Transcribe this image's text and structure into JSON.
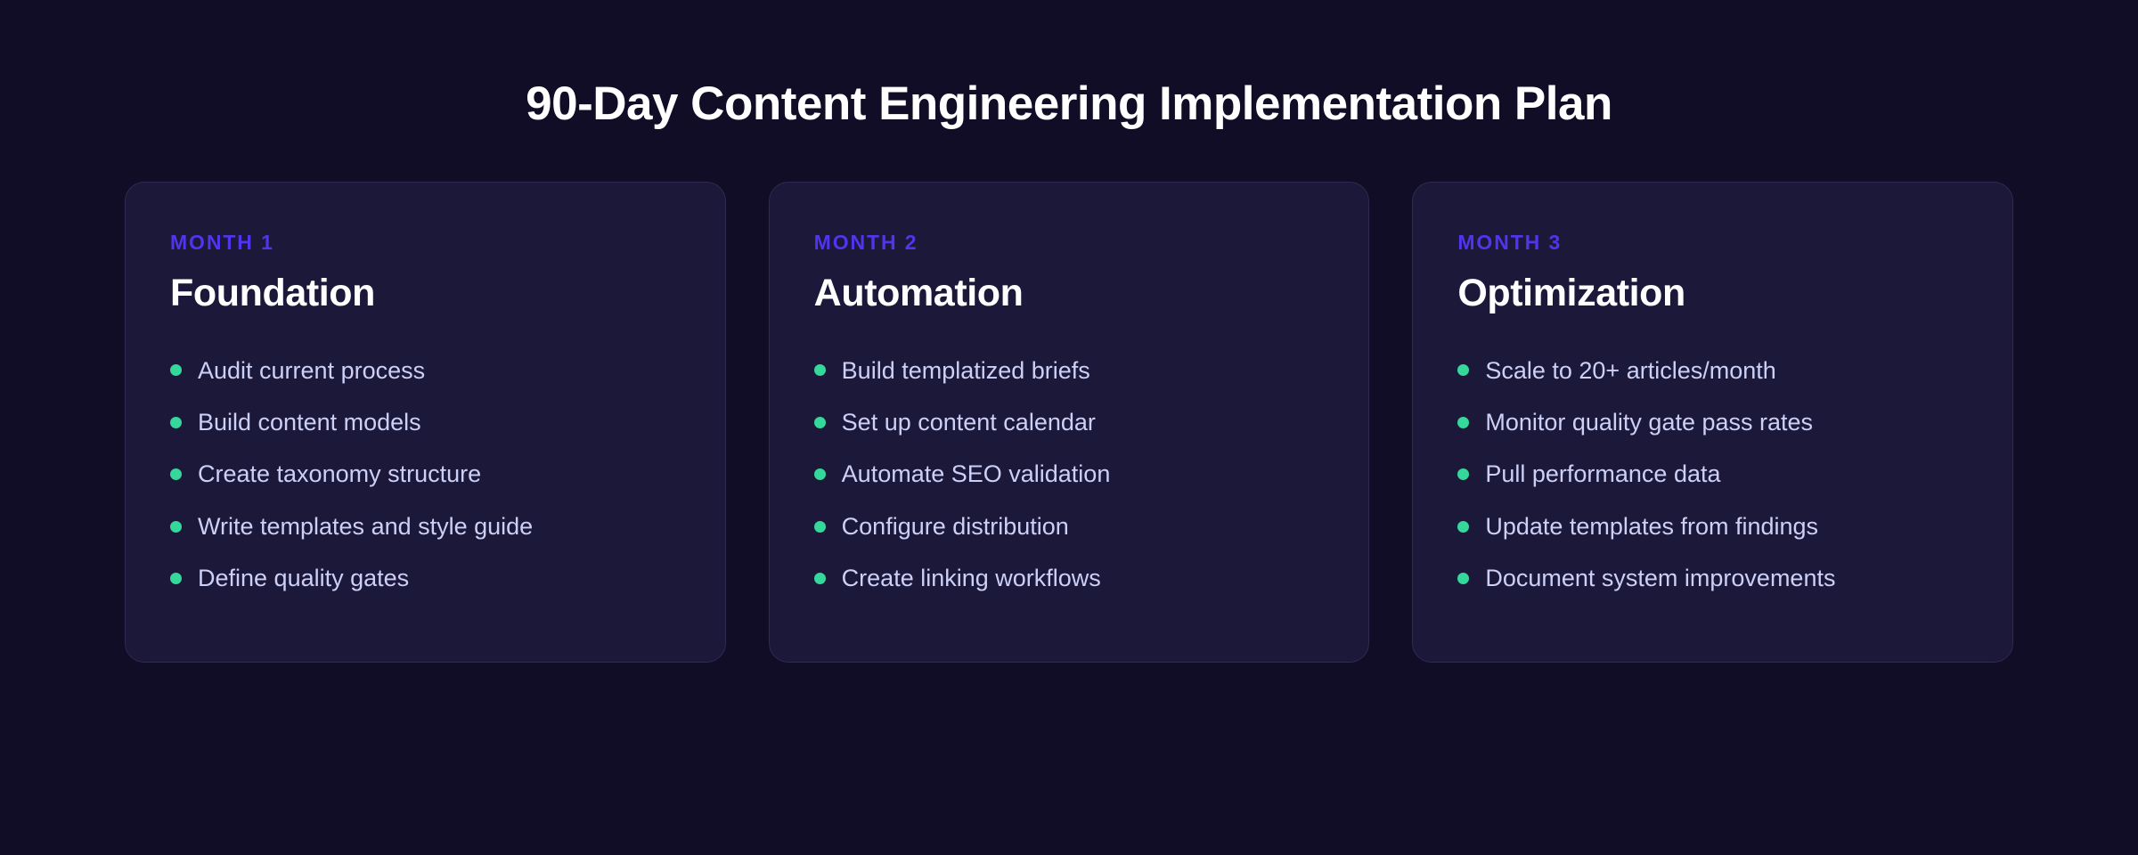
{
  "page": {
    "title": "90-Day Content Engineering Implementation Plan",
    "background_color": "#120d26",
    "card_background_color": "#1c1839",
    "card_border_color": "#2e2a50",
    "accent_color": "#4f35ee",
    "bullet_color": "#35d79a",
    "title_color": "#ffffff",
    "item_text_color": "#ccd0f7"
  },
  "cards": [
    {
      "month": "MONTH 1",
      "title": "Foundation",
      "items": [
        "Audit current process",
        "Build content models",
        "Create taxonomy structure",
        "Write templates and style guide",
        "Define quality gates"
      ]
    },
    {
      "month": "MONTH 2",
      "title": "Automation",
      "items": [
        "Build templatized briefs",
        "Set up content calendar",
        "Automate SEO validation",
        "Configure distribution",
        "Create linking workflows"
      ]
    },
    {
      "month": "MONTH 3",
      "title": "Optimization",
      "items": [
        "Scale to 20+ articles/month",
        "Monitor quality gate pass rates",
        "Pull performance data",
        "Update templates from findings",
        "Document system improvements"
      ]
    }
  ]
}
